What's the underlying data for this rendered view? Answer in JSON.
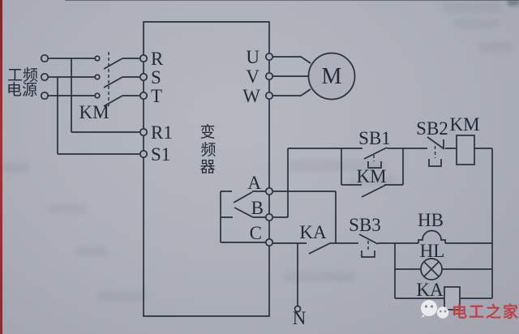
{
  "colors": {
    "paper": "#adb0ba",
    "ink": "#2a3040",
    "page_edge_red": "#a33138",
    "watermark_red": "#bf4046"
  },
  "labels": {
    "supply_line1": "工频",
    "supply_line2": "电源",
    "km_main": "KM",
    "inverter_char1": "变",
    "inverter_char2": "频",
    "inverter_char3": "器",
    "terminals": {
      "r": "R",
      "s": "S",
      "t": "T",
      "r1": "R1",
      "s1": "S1",
      "u": "U",
      "v": "V",
      "w": "W",
      "a": "A",
      "b": "B",
      "c": "C",
      "n": "N"
    },
    "motor": "M",
    "sb1": "SB1",
    "km_aux": "KM",
    "sb2": "SB2",
    "km_coil": "KM",
    "ka_contact": "KA",
    "sb3": "SB3",
    "hb": "HB",
    "hl": "HL",
    "ka_coil": "KA",
    "watermark": "电工之家"
  }
}
